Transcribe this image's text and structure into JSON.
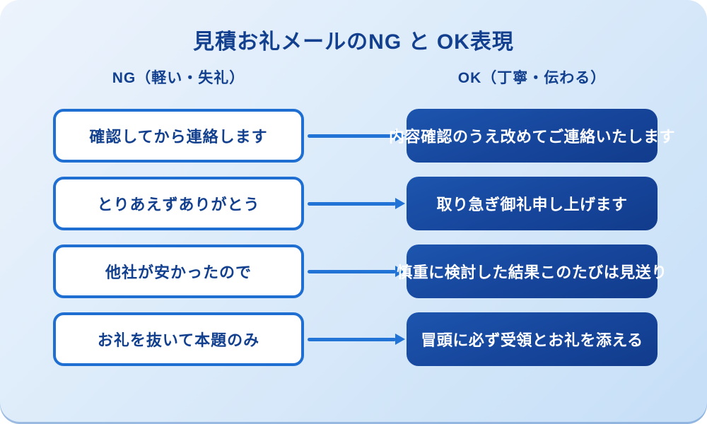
{
  "title": "見積お礼メールのNG と OK表現",
  "headers": {
    "ng": "NG（軽い・失礼）",
    "ok": "OK（丁寧・伝わる）"
  },
  "rows": [
    {
      "ng": "確認してから連絡します",
      "ok": "内容確認のうえ改めてご連絡いたします"
    },
    {
      "ng": "とりあえずありがとう",
      "ok": "取り急ぎ御礼申し上げます"
    },
    {
      "ng": "他社が安かったので",
      "ok": "慎重に検討した結果このたびは見送り"
    },
    {
      "ng": "お礼を抜いて本題のみ",
      "ok": "冒頭に必ず受領とお礼を添える"
    }
  ],
  "colors": {
    "navy_text": "#12408e",
    "ng_box_border": "#1f6fd3",
    "ok_box_bg": "#16459b",
    "ok_text": "#ffffff",
    "arrow": "#2173d5",
    "bg_top": "#ecf3fc",
    "bg_bottom": "#c6dff7"
  }
}
